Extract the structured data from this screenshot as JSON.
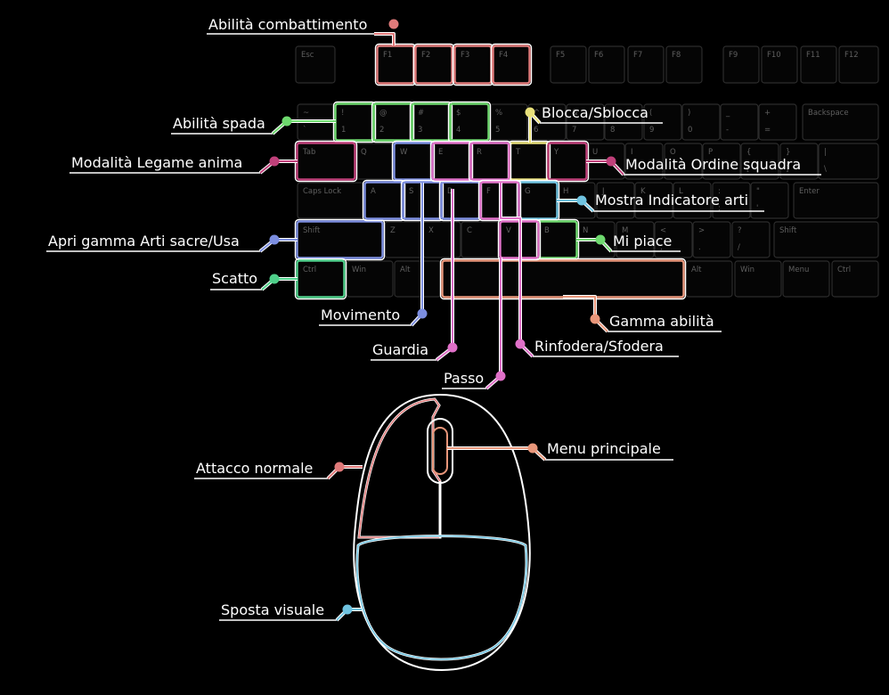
{
  "keyboard": {
    "keys": [
      {
        "id": "esc",
        "top": "Esc"
      },
      {
        "id": "f1",
        "top": "F1"
      },
      {
        "id": "f2",
        "top": "F2"
      },
      {
        "id": "f3",
        "top": "F3"
      },
      {
        "id": "f4",
        "top": "F4"
      },
      {
        "id": "f5",
        "top": "F5"
      },
      {
        "id": "f6",
        "top": "F6"
      },
      {
        "id": "f7",
        "top": "F7"
      },
      {
        "id": "f8",
        "top": "F8"
      },
      {
        "id": "f9",
        "top": "F9"
      },
      {
        "id": "f10",
        "top": "F10"
      },
      {
        "id": "f11",
        "top": "F11"
      },
      {
        "id": "f12",
        "top": "F12"
      },
      {
        "id": "backquote",
        "top": "~",
        "bottom": "`"
      },
      {
        "id": "d1",
        "top": "!",
        "bottom": "1"
      },
      {
        "id": "d2",
        "top": "@",
        "bottom": "2"
      },
      {
        "id": "d3",
        "top": "#",
        "bottom": "3"
      },
      {
        "id": "d4",
        "top": "$",
        "bottom": "4"
      },
      {
        "id": "d5",
        "top": "%",
        "bottom": "5"
      },
      {
        "id": "d6",
        "top": "^",
        "bottom": "6"
      },
      {
        "id": "d7",
        "top": "&",
        "bottom": "7"
      },
      {
        "id": "d8",
        "top": "*",
        "bottom": "8"
      },
      {
        "id": "d9",
        "top": "(",
        "bottom": "9"
      },
      {
        "id": "d0",
        "top": ")",
        "bottom": "0"
      },
      {
        "id": "minus",
        "top": "_",
        "bottom": "-"
      },
      {
        "id": "equal",
        "top": "+",
        "bottom": "="
      },
      {
        "id": "backspace",
        "top": "Backspace"
      },
      {
        "id": "tab",
        "top": "Tab"
      },
      {
        "id": "q",
        "top": "Q"
      },
      {
        "id": "w",
        "top": "W"
      },
      {
        "id": "e",
        "top": "E"
      },
      {
        "id": "r",
        "top": "R"
      },
      {
        "id": "t",
        "top": "T"
      },
      {
        "id": "y",
        "top": "Y"
      },
      {
        "id": "u",
        "top": "U"
      },
      {
        "id": "i",
        "top": "I"
      },
      {
        "id": "o",
        "top": "O"
      },
      {
        "id": "p",
        "top": "P"
      },
      {
        "id": "lbracket",
        "top": "{",
        "bottom": "["
      },
      {
        "id": "rbracket",
        "top": "}",
        "bottom": "]"
      },
      {
        "id": "backslash",
        "top": "|",
        "bottom": "\\"
      },
      {
        "id": "capslock",
        "top": "Caps Lock"
      },
      {
        "id": "a",
        "top": "A"
      },
      {
        "id": "s",
        "top": "S"
      },
      {
        "id": "d",
        "top": "D"
      },
      {
        "id": "f",
        "top": "F"
      },
      {
        "id": "g",
        "top": "G"
      },
      {
        "id": "h",
        "top": "H"
      },
      {
        "id": "j",
        "top": "J"
      },
      {
        "id": "k",
        "top": "K"
      },
      {
        "id": "l",
        "top": "L"
      },
      {
        "id": "semicolon",
        "top": ":",
        "bottom": ";"
      },
      {
        "id": "quote",
        "top": "\"",
        "bottom": "'"
      },
      {
        "id": "enter",
        "top": "Enter"
      },
      {
        "id": "lshift",
        "top": "Shift"
      },
      {
        "id": "z",
        "top": "Z"
      },
      {
        "id": "x",
        "top": "X"
      },
      {
        "id": "c",
        "top": "C"
      },
      {
        "id": "v",
        "top": "V"
      },
      {
        "id": "b",
        "top": "B"
      },
      {
        "id": "n",
        "top": "N"
      },
      {
        "id": "m",
        "top": "M"
      },
      {
        "id": "comma",
        "top": "<",
        "bottom": ","
      },
      {
        "id": "period",
        "top": ">",
        "bottom": "."
      },
      {
        "id": "slash",
        "top": "?",
        "bottom": "/"
      },
      {
        "id": "rshift",
        "top": "Shift"
      },
      {
        "id": "lctrl",
        "top": "Ctrl"
      },
      {
        "id": "lwin",
        "top": "Win"
      },
      {
        "id": "lalt",
        "top": "Alt"
      },
      {
        "id": "space",
        "top": ""
      },
      {
        "id": "ralt",
        "top": "Alt"
      },
      {
        "id": "rwin",
        "top": "Win"
      },
      {
        "id": "menu",
        "top": "Menu"
      },
      {
        "id": "rctrl",
        "top": "Ctrl"
      }
    ]
  },
  "mouse": {
    "left_button_color": "#e07a7a",
    "wheel_color": "#e8967a",
    "body_color": "#6fc3e0"
  },
  "labels": [
    {
      "id": "combat",
      "text": "Abilità combattimento",
      "color": "#e07a7a",
      "keys": [
        "f1",
        "f2",
        "f3",
        "f4"
      ]
    },
    {
      "id": "sword",
      "text": "Abilità spada",
      "color": "#6ed96e",
      "keys": [
        "d1",
        "d2",
        "d3",
        "d4"
      ]
    },
    {
      "id": "lock",
      "text": "Blocca/Sblocca",
      "color": "#e8e07a",
      "keys": [
        "t"
      ]
    },
    {
      "id": "soul",
      "text": "Modalità Legame anima",
      "color": "#c0407a",
      "keys": [
        "tab"
      ]
    },
    {
      "id": "squad",
      "text": "Modalità Ordine squadra",
      "color": "#c0407a",
      "keys": [
        "y"
      ]
    },
    {
      "id": "arts_indicator",
      "text": "Mostra Indicatore arti",
      "color": "#6fc3e0",
      "keys": [
        "g"
      ]
    },
    {
      "id": "sacred",
      "text": "Apri gamma Arti sacre/Usa",
      "color": "#7c8ee0",
      "keys": [
        "lshift"
      ]
    },
    {
      "id": "like",
      "text": "Mi piace",
      "color": "#6ed96e",
      "keys": [
        "b"
      ]
    },
    {
      "id": "dash",
      "text": "Scatto",
      "color": "#4fcf8a",
      "keys": [
        "lctrl"
      ]
    },
    {
      "id": "move",
      "text": "Movimento",
      "color": "#7c8ee0",
      "keys": [
        "w",
        "a",
        "s",
        "d"
      ]
    },
    {
      "id": "skills",
      "text": "Gamma abilità",
      "color": "#e8967a",
      "keys": [
        "space"
      ]
    },
    {
      "id": "guard",
      "text": "Guardia",
      "color": "#e070c8",
      "keys": [
        "e"
      ]
    },
    {
      "id": "sheathe",
      "text": "Rinfodera/Sfodera",
      "color": "#e070c8",
      "keys": [
        "r",
        "f"
      ]
    },
    {
      "id": "step",
      "text": "Passo",
      "color": "#e070c8",
      "keys": [
        "v"
      ]
    },
    {
      "id": "main_menu",
      "text": "Menu principale",
      "color": "#e8967a",
      "keys": []
    },
    {
      "id": "normal_attack",
      "text": "Attacco normale",
      "color": "#e07a7a",
      "keys": []
    },
    {
      "id": "camera",
      "text": "Sposta visuale",
      "color": "#6fc3e0",
      "keys": []
    }
  ]
}
